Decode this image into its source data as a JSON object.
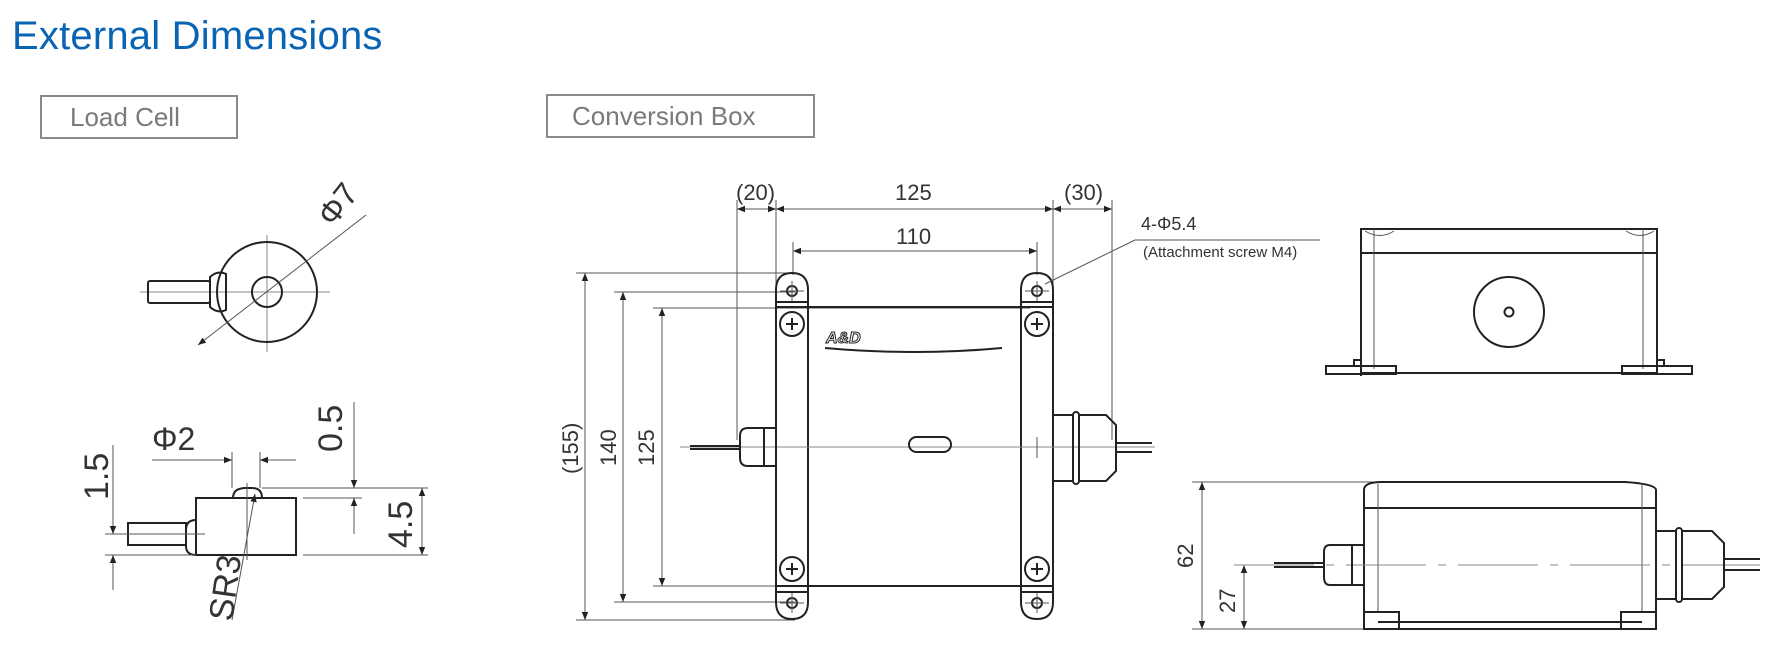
{
  "page": {
    "title": "External Dimensions",
    "title_color": "#0a64b4"
  },
  "load_cell": {
    "label": "Load Cell",
    "top_view": {
      "diameter": "Φ7"
    },
    "side_view": {
      "button_diameter": "Φ2",
      "protrusion": "0.5",
      "height": "4.5",
      "cable_offset": "1.5",
      "sphere_radius": "SR3"
    }
  },
  "conversion_box": {
    "label": "Conversion Box",
    "front_view": {
      "left_overhang": "(20)",
      "body_width": "125",
      "right_overhang": "(30)",
      "hole_pitch": "110",
      "total_height": "(155)",
      "flange_height": "140",
      "body_height": "125",
      "holes": "4-Φ5.4",
      "holes_note": "(Attachment screw M4)",
      "logo": "A&D"
    },
    "side_view": {
      "height": "62",
      "connector_height": "27"
    }
  }
}
